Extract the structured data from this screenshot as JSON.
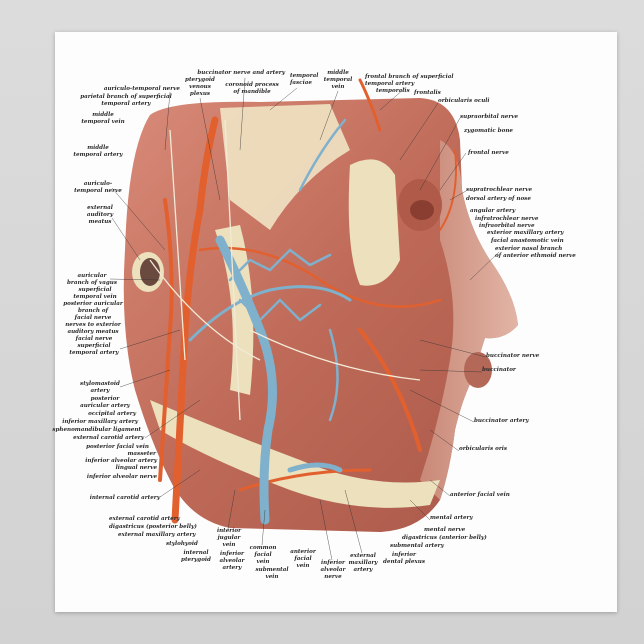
{
  "colors": {
    "artery": "#e2602e",
    "vein": "#7fb0cc",
    "muscle": "#c8705e",
    "bone": "#efe4c4",
    "skin": "#d7a08e",
    "poster": "#fdfdfd"
  },
  "labels": {
    "top": [
      "buccinator nerve and artery",
      "pterygoid\nvenous\nplexus",
      "auriculo-temporal nerve",
      "parietal branch of superficial\ntemporal artery",
      "coronoid process\nof mandible",
      "temporal\nfasciae",
      "middle\ntemporal\nvein",
      "middle\ntemporal vein",
      "middle\ntemporal artery",
      "frontal branch of superficial\ntemporal artery",
      "temporalis",
      "frontalis",
      "orbicularis oculi"
    ],
    "right": [
      "supraorbital nerve",
      "zygomatic bone",
      "frontal nerve",
      "supratrochlear nerve",
      "dorsal artery of nose",
      "angular artery",
      "infratrochlear nerve",
      "infraorbital nerve",
      "exterior maxillary artery",
      "facial anastomotic vein",
      "exterior nasal branch\nof anterior ethmoid nerve",
      "buccinator nerve",
      "buccinator",
      "buccinator artery",
      "orbicularis oris",
      "anterior facial vein",
      "mental artery",
      "mental nerve"
    ],
    "left": [
      "auriculo-\ntemporal nerve",
      "external\nauditory\nmeatus",
      "auricular\nbranch of vagus",
      "superficial\ntemporal vein",
      "posterior auricular\nbranch of\nfacial nerve",
      "nerves to exterior\nauditory meatus",
      "facial nerve",
      "superficial\ntemporal artery",
      "stylomastoid\nartery",
      "posterior\nauricular artery",
      "occipital artery",
      "inferior maxillary artery",
      "sphenomandibular ligament",
      "external carotid artery",
      "posterior facial vein",
      "masseter",
      "inferior alveolar artery",
      "lingual nerve",
      "inferior alveolar nerve",
      "internal carotid artery"
    ],
    "bottom": [
      "external carotid artery",
      "digastricus (posterior belly)",
      "external maxillary artery",
      "stylohyoid",
      "interior\njugular\nvein",
      "internal\npterygoid",
      "inferior\nalveolar\nartery",
      "common\nfacial\nvein",
      "submental\nvein",
      "anterior\nfacial\nvein",
      "inferior\nalveolar\nnerve",
      "external\nmaxillary\nartery",
      "inferior\ndental plexus",
      "submental artery",
      "digastricus (anterior belly)"
    ]
  }
}
